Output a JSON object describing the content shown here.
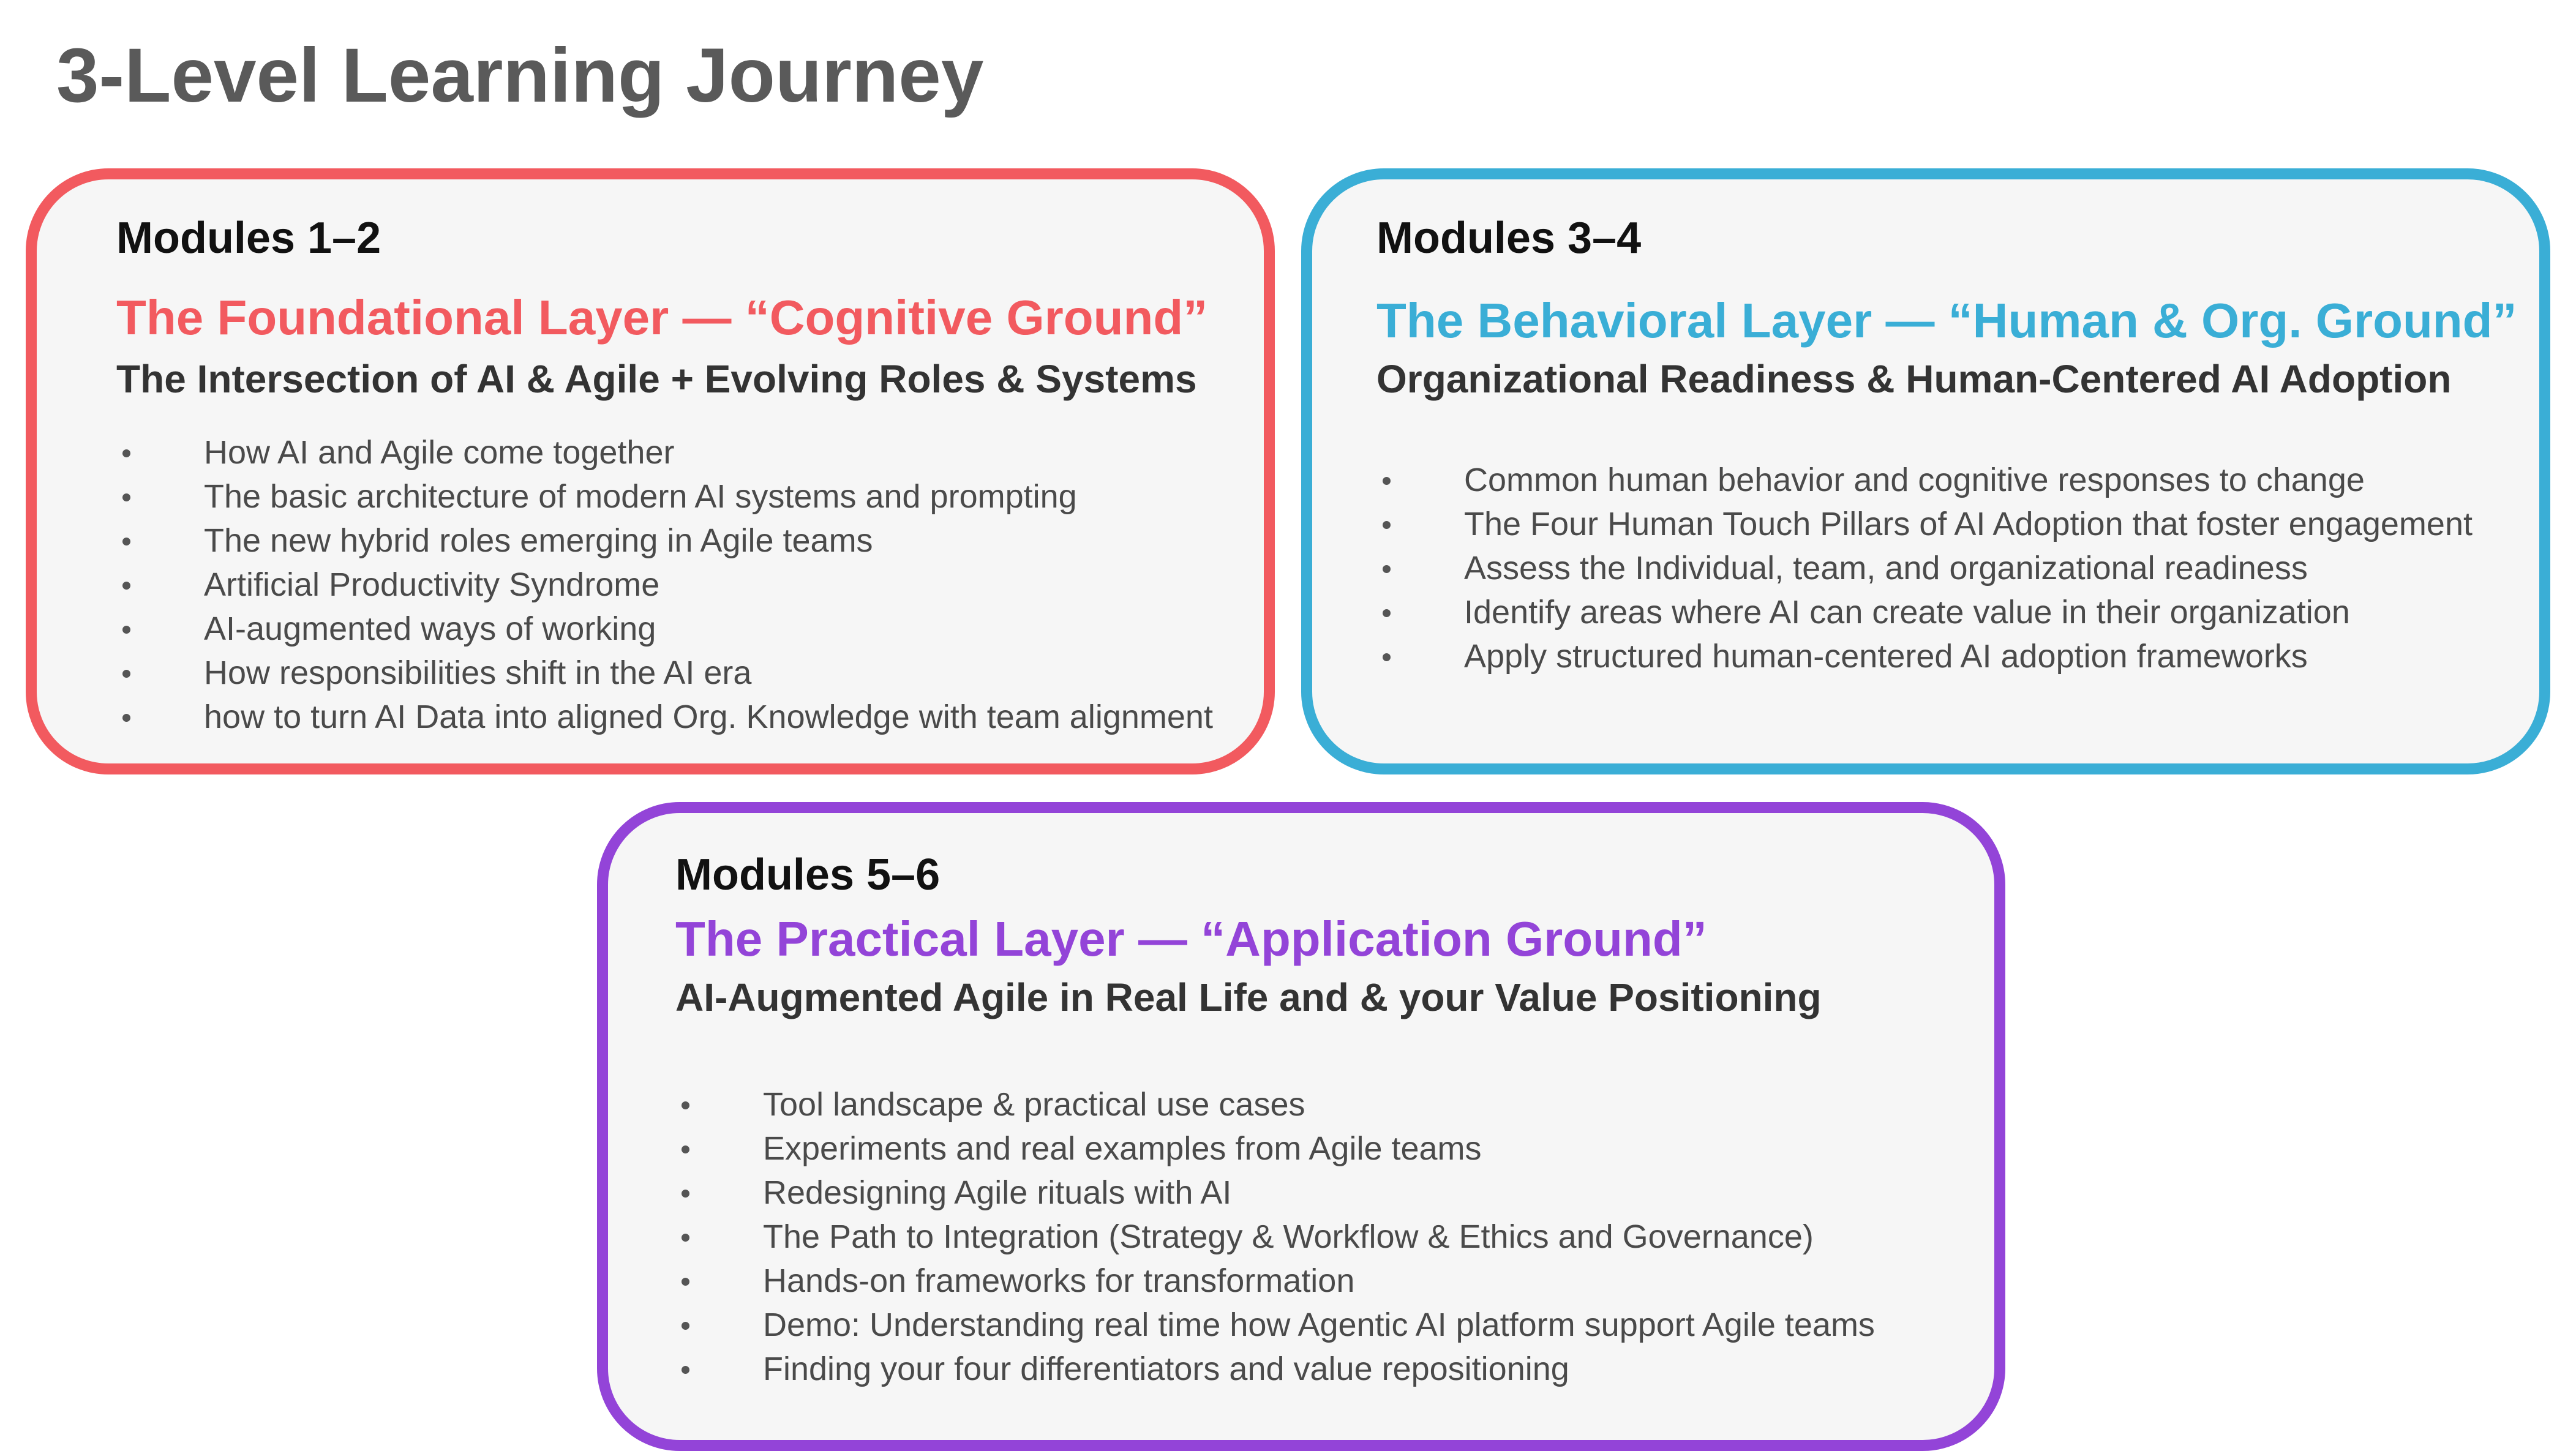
{
  "page": {
    "title": "3-Level Learning Journey"
  },
  "colors": {
    "foundational": "#f25a5f",
    "behavioral": "#3aaed6",
    "practical": "#9344d8",
    "title_gray": "#5a5a5a"
  },
  "cards": [
    {
      "modules": "Modules 1–2",
      "title": "The Foundational Layer — “Cognitive Ground”",
      "subtitle": "The Intersection of AI & Agile + Evolving Roles & Systems",
      "bullets": [
        "How AI and Agile come together",
        "The basic architecture of modern AI systems and prompting",
        "The new hybrid roles emerging in Agile teams",
        "Artificial Productivity Syndrome",
        "AI-augmented ways of working",
        "How responsibilities shift in the AI era",
        "how to turn AI Data into aligned Org. Knowledge with team alignment"
      ]
    },
    {
      "modules": "Modules 3–4",
      "title": "The Behavioral Layer — “Human & Org. Ground”",
      "subtitle": "Organizational Readiness & Human-Centered AI Adoption",
      "bullets": [
        "Common human behavior and cognitive responses to change",
        "The Four Human Touch Pillars of AI Adoption that foster engagement",
        "Assess the Individual, team, and organizational readiness",
        "Identify areas where AI can create value in their organization",
        "Apply structured human-centered AI adoption frameworks"
      ]
    },
    {
      "modules": "Modules 5–6",
      "title": "The Practical Layer — “Application Ground”",
      "subtitle": "AI-Augmented Agile in Real Life and & your Value Positioning",
      "bullets": [
        "Tool landscape & practical use cases",
        "Experiments and real examples from Agile teams",
        "Redesigning Agile rituals with AI",
        "The Path to Integration (Strategy & Workflow & Ethics and Governance)",
        "Hands-on frameworks for transformation",
        "Demo: Understanding real time how Agentic AI platform support Agile teams",
        "Finding your four differentiators and value repositioning"
      ]
    }
  ]
}
